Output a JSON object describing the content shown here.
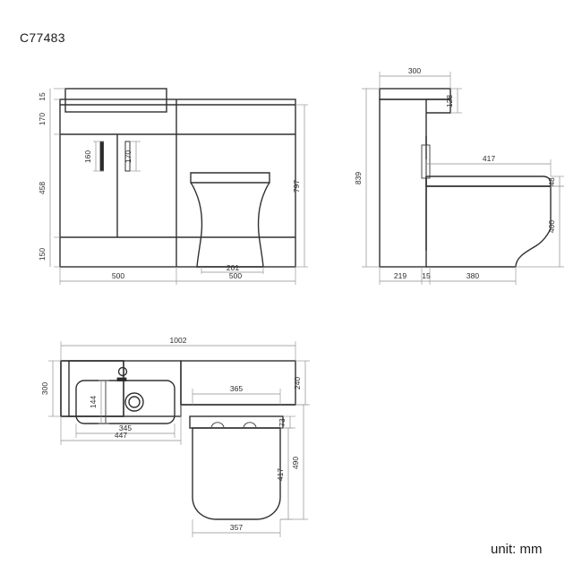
{
  "document": {
    "title": "C77483",
    "unit_label": "unit: mm"
  },
  "views": {
    "front_elevation": {
      "name": "front-elevation",
      "dimensions": {
        "left_stack": [
          "15",
          "170",
          "458",
          "150"
        ],
        "right_total": "797",
        "bottom": [
          "500",
          "500"
        ],
        "toilet_width": "201",
        "handle_left": "160",
        "handle_right": "170"
      }
    },
    "side_elevation": {
      "name": "side-elevation",
      "dimensions": {
        "top_width": "300",
        "worktop_overhang": "128",
        "seat_depth": "417",
        "seat_thickness": "48",
        "pan_height": "400",
        "total_height": "839",
        "bottom": [
          "219",
          "15",
          "380"
        ]
      }
    },
    "plan_view": {
      "name": "plan-view",
      "dimensions": {
        "overall_width": "1002",
        "basin_depth": "300",
        "bowl_depth": "144",
        "bowl_width": "345",
        "basin_width": "447",
        "cabinet_depth": "365",
        "right_depth": "240",
        "cistern_depth": "73",
        "pan_width": "357",
        "pan_length": "417",
        "total_depth": "490"
      }
    }
  },
  "colors": {
    "outline": "#303030",
    "dimension": "#8d8d8d",
    "text": "#1c1c1c",
    "background": "#ffffff"
  }
}
